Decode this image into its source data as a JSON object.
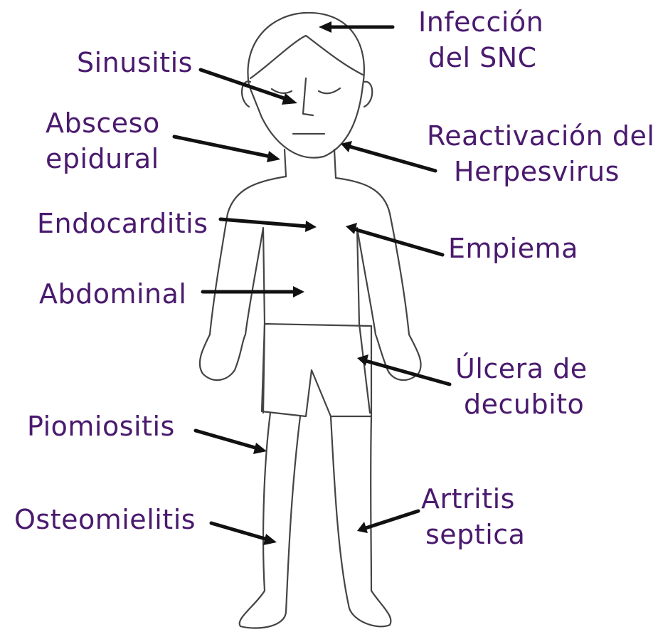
{
  "colors": {
    "label": "#4a1a6e",
    "arrow": "#111111",
    "outline": "#444444",
    "background": "#ffffff"
  },
  "labels": {
    "snc": [
      "Infección",
      "del SNC"
    ],
    "sinusitis": [
      "Sinusitis"
    ],
    "absceso": [
      "Absceso",
      "epidural"
    ],
    "herpes": [
      "Reactivación del",
      "Herpesvirus"
    ],
    "endocarditis": [
      "Endocarditis"
    ],
    "empiema": [
      "Empiema"
    ],
    "abdominal": [
      "Abdominal"
    ],
    "ulcera": [
      "Úlcera de",
      "decubito"
    ],
    "piomiositis": [
      "Piomiositis"
    ],
    "osteomielitis": [
      "Osteomielitis"
    ],
    "artritis": [
      "Artritis",
      "septica"
    ]
  }
}
